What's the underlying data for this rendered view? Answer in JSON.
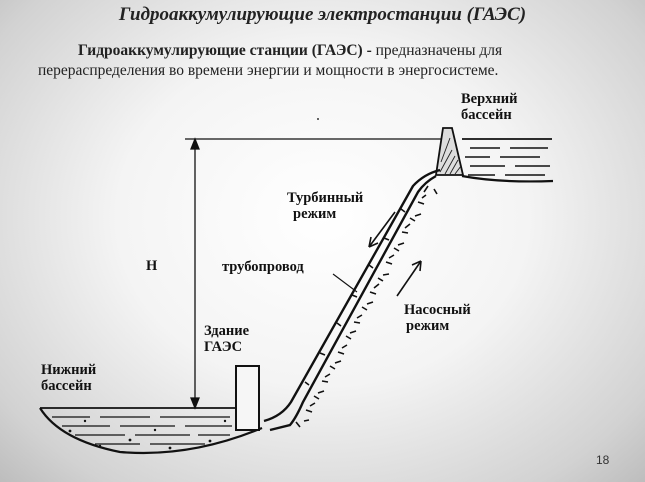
{
  "title": "Гидроаккумулирующие электростанции (ГАЭС)",
  "intro": {
    "bold": "Гидроаккумулирующие станции (ГАЭС) -",
    "rest": " предназначены для перераспределения во времени энергии и мощности в энергосистеме."
  },
  "labels": {
    "upper_basin_1": "Верхний",
    "upper_basin_2": "бассейн",
    "turbine_mode_1": "Турбинный",
    "turbine_mode_2": "режим",
    "pipeline": "трубопровод",
    "head": "H",
    "pump_mode_1": "Насосный",
    "pump_mode_2": "режим",
    "building_1": "Здание",
    "building_2": "ГАЭС",
    "lower_basin_1": "Нижний",
    "lower_basin_2": "бассейн"
  },
  "page_number": "18"
}
